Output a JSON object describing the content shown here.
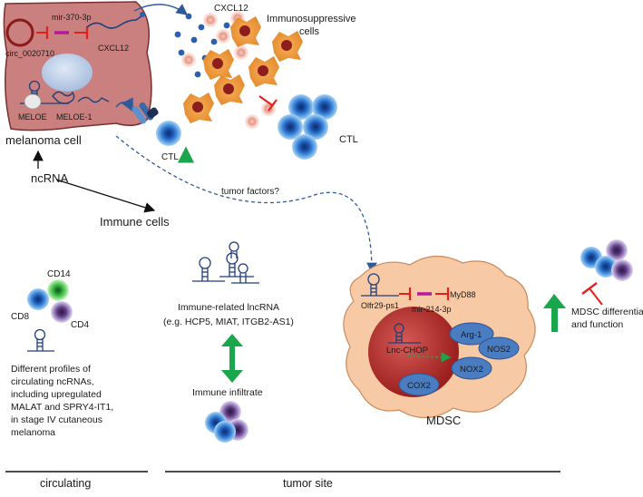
{
  "labels": {
    "circ": "circ_0020710",
    "mir370": "mir-370-3p",
    "cxcl12_tumor": "CXCL12",
    "cxcl12_top": "CXCL12",
    "meloe": "MELOE",
    "meloe1": "MELOE-1",
    "melanoma_cell": "melanoma cell",
    "ctl_small": "CTL",
    "immunosuppressive_line1": "Immunosuppressive",
    "immunosuppressive_line2": "cells",
    "ctl": "CTL",
    "ncrna": "ncRNA",
    "immune_cells": "Immune cells",
    "tumor_factors": "tumor factors?",
    "cd14": "CD14",
    "cd8": "CD8",
    "cd4": "CD4",
    "profiles_lines": [
      "Different profiles of",
      "circulating ncRNAs,",
      "including upregulated",
      "MALAT and SPRY4-IT1,",
      "in stage IV cutaneous",
      "melanoma"
    ],
    "immune_lncrna_line1": "Immune-related lncRNA",
    "immune_lncrna_line2": "(e.g. HCP5, MIAT, ITGB2-AS1)",
    "immune_infiltrate": "Immune infiltrate",
    "olfr": "Olfr29-ps1",
    "mir214": "mir-214-3p",
    "myd88": "MyD88",
    "lnc_chop": "Lnc-CHOP",
    "arg1": "Arg-1",
    "nos2": "NOS2",
    "nox2": "NOX2",
    "cox2": "COX2",
    "mdsc": "MDSC",
    "mdsc_diff_line1": "MDSC differentiation",
    "mdsc_diff_line2": "and function",
    "circulating": "circulating",
    "tumor_site": "tumor site"
  },
  "colors": {
    "tumor_fill": "#c9807e",
    "tumor_stroke": "#7a2f2e",
    "mdsc_fill": "#f7caa5",
    "mdsc_stroke": "#c98a5c",
    "nucleus_red": "#b83232",
    "enzyme_blue": "#4a7cc2",
    "inhibit_red": "#e0211d",
    "up_green": "#1aa64a",
    "dashed_blue": "#2f5a9a"
  }
}
